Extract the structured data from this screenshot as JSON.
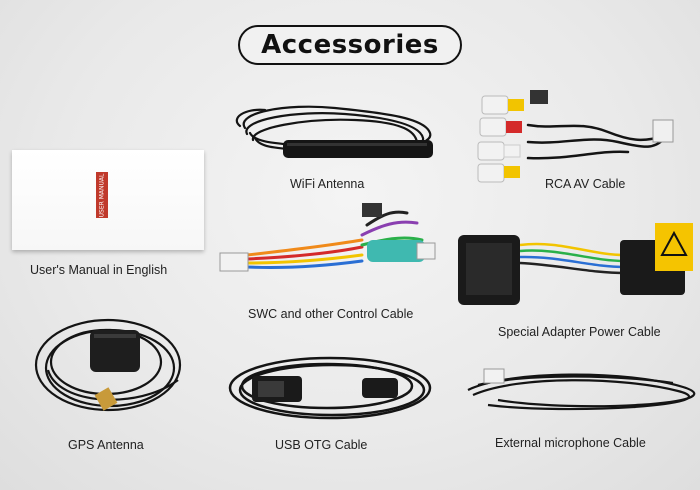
{
  "header": {
    "title": "Accessories"
  },
  "items": {
    "wifi_antenna": "WiFi Antenna",
    "rca_av_cable": "RCA AV Cable",
    "users_manual": "User's Manual in English",
    "swc_cable": "SWC and other Control Cable",
    "special_adapter": "Special Adapter Power Cable",
    "gps_antenna": "GPS Antenna",
    "usb_otg": "USB OTG Cable",
    "mic_cable": "External microphone Cable"
  },
  "manual": {
    "cover_label": "USER MANUAL"
  },
  "colors": {
    "background": "#e9e9e9",
    "cable": "#141414",
    "manual_tag": "#c0392b",
    "rca_yellow": "#f2c400",
    "rca_red": "#d42a2a",
    "rca_white": "#f2f2f2",
    "teal_connector": "#3fb9b0",
    "warning_yellow": "#f5c400"
  },
  "icons": [
    "wifi-antenna-image",
    "rca-cable-image",
    "manual-image",
    "swc-cable-image",
    "adapter-cable-image",
    "gps-antenna-image",
    "usb-cable-image",
    "mic-cable-image"
  ]
}
